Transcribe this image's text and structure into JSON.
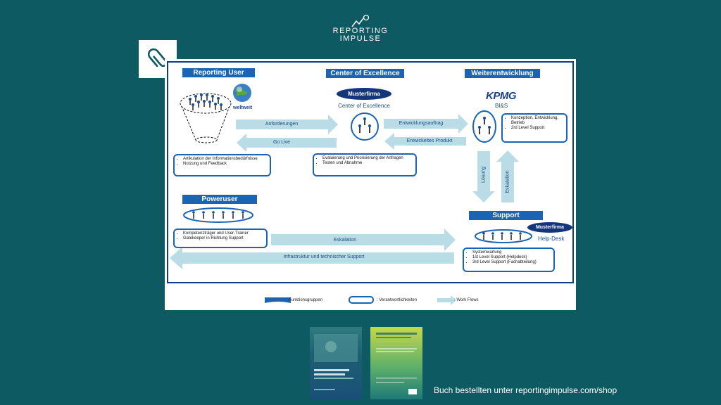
{
  "logo": {
    "line1": "REPORTING",
    "line2": "IMPULSE"
  },
  "diagram": {
    "sections": {
      "reporting_user": "Reporting User",
      "coe": "Center of Excellence",
      "weiterentwicklung": "Weiterentwicklung",
      "poweruser": "Poweruser",
      "support": "Support"
    },
    "labels": {
      "weltweit": "weltweit",
      "musterfirma": "Musterfirma",
      "coe_sub": "Center of Excellence",
      "kpmg": "KPMG",
      "bis": "BI&S",
      "helpdesk": "Help-Desk"
    },
    "flows": {
      "anforderungen": "Anforderungen",
      "go_live": "Go Live",
      "entwicklungsauftrag": "Entwicklungsauftrag",
      "entwickeltes_produkt": "Entwickeltes Produkt",
      "loesung": "Lösung",
      "eskalation_v": "Eskalation",
      "eskalation_h": "Eskalation",
      "infrastruktur": "Infrastruktur und technischer Support"
    },
    "boxes": {
      "user": [
        "Artikulation der Informationsbedürfnisse",
        "Nutzung und Feedback"
      ],
      "coe": [
        "Evaluierung und Priorisierung der Anfragen",
        "Testen und Abnahme"
      ],
      "kpmg": [
        "Konzeption, Entwicklung, Betrieb",
        "2rd Level Support"
      ],
      "power": [
        "Kompetenzträger und User-Trainer",
        "Gatekeeper in Richtung Support"
      ],
      "support": [
        "Systemwartung",
        "1st Level Support (Helpdesk)",
        "3rd Level Support (Fachabteilung)"
      ]
    },
    "legend": {
      "funktionsgruppen": "Funktionsgruppen",
      "verantwortlichkeiten": ": Verantwortlichkeiten",
      "workflows": ": Work Flows"
    }
  },
  "footer": {
    "text": "Buch bestellten unter reportingimpulse.com/shop"
  },
  "colors": {
    "background": "#0d5a63",
    "accent": "#1b63b3",
    "arrow": "#b9dce6"
  }
}
